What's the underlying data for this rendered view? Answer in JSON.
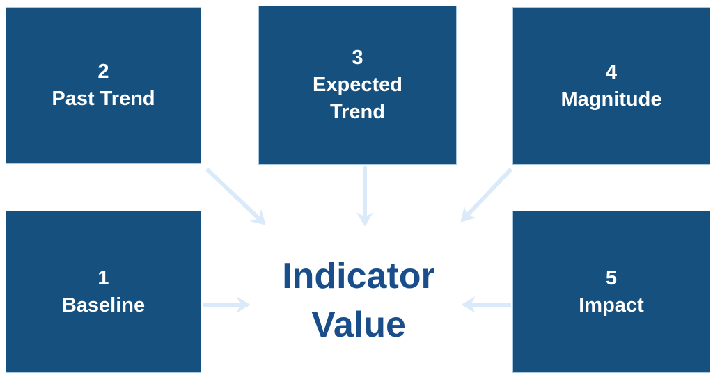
{
  "diagram": {
    "center_title": "Indicator Value",
    "nodes": [
      {
        "id": "baseline",
        "number": "1",
        "label": "Baseline",
        "position": "bottom-left"
      },
      {
        "id": "past-trend",
        "number": "2",
        "label": "Past Trend",
        "position": "top-left"
      },
      {
        "id": "expected-trend",
        "number": "3",
        "label": "Expected Trend",
        "position": "top-center"
      },
      {
        "id": "magnitude",
        "number": "4",
        "label": "Magnitude",
        "position": "top-right"
      },
      {
        "id": "impact",
        "number": "5",
        "label": "Impact",
        "position": "bottom-right"
      }
    ],
    "arrows": [
      {
        "from": "past-trend",
        "to": "center",
        "direction": "down-right"
      },
      {
        "from": "expected-trend",
        "to": "center",
        "direction": "down"
      },
      {
        "from": "magnitude",
        "to": "center",
        "direction": "down-left"
      },
      {
        "from": "baseline",
        "to": "center",
        "direction": "right"
      },
      {
        "from": "impact",
        "to": "center",
        "direction": "left"
      }
    ],
    "colors": {
      "box_fill": "#15507E",
      "box_border": "#A9C7DF",
      "box_text": "#FFFFFF",
      "arrow": "#DBEAF9",
      "center_text": "#1A4E8A",
      "background": "#FFFFFF"
    }
  }
}
